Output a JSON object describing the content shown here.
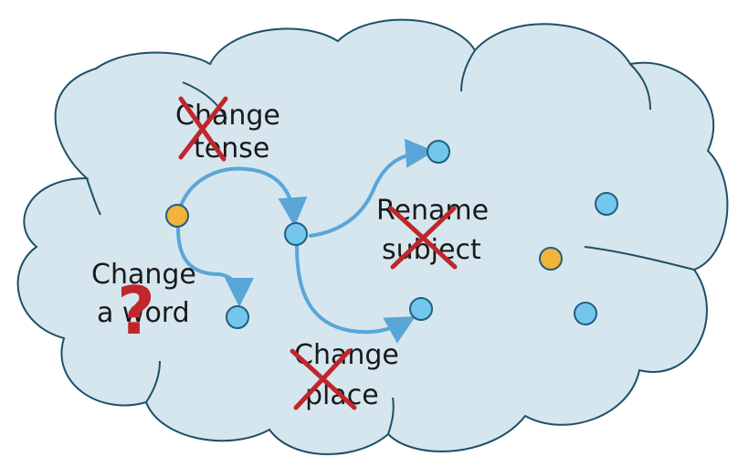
{
  "colors": {
    "cloud_fill": "#d6e6ee",
    "cloud_stroke": "#1f4f68",
    "arrow": "#5aa6d8",
    "node_blue": "#74c7ec",
    "node_orange": "#f3b23a",
    "node_stroke": "#1f5f80",
    "cross": "#c0262b",
    "question": "#c0262b"
  },
  "labels": {
    "change_tense": {
      "line1": "Change",
      "line2": "tense"
    },
    "rename_subject": {
      "line1": "Rename",
      "line2": "subject"
    },
    "change_word": {
      "line1": "Change",
      "line2": "a word"
    },
    "change_place": {
      "line1": "Change",
      "line2": "place"
    }
  },
  "marks": {
    "question": "?"
  },
  "icons": [
    "cross-icon",
    "question-mark-icon"
  ]
}
